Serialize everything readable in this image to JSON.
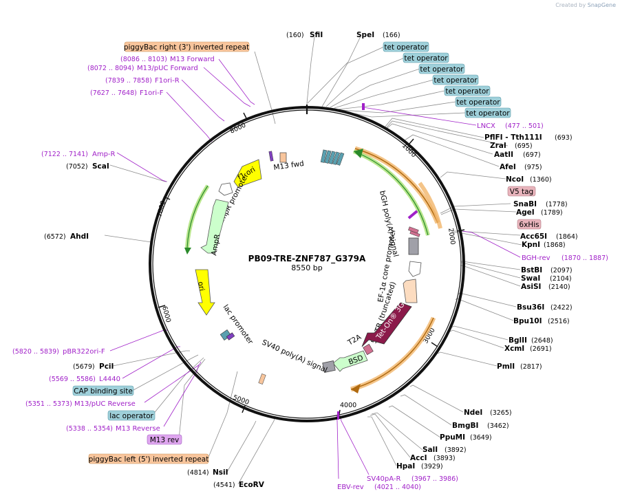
{
  "credit": {
    "prefix": "Created by",
    "brand": "SnapGene"
  },
  "map": {
    "name": "PB09-TRE-ZNF787_G379A",
    "length": "8550 bp"
  },
  "ticks": [
    "1000",
    "2000",
    "3000",
    "4000",
    "5000",
    "6000",
    "7000",
    "8000"
  ],
  "enzymes": [
    {
      "name": "SfiI",
      "pos": "(160)"
    },
    {
      "name": "SpeI",
      "pos": "(166)"
    },
    {
      "name": "PflFI - Tth111I",
      "pos": "(693)"
    },
    {
      "name": "ZraI",
      "pos": "(695)"
    },
    {
      "name": "AatII",
      "pos": "(697)"
    },
    {
      "name": "AfeI",
      "pos": "(975)"
    },
    {
      "name": "NcoI",
      "pos": "(1360)"
    },
    {
      "name": "SnaBI",
      "pos": "(1778)"
    },
    {
      "name": "AgeI",
      "pos": "(1789)"
    },
    {
      "name": "Acc65I",
      "pos": "(1864)"
    },
    {
      "name": "KpnI",
      "pos": "(1868)"
    },
    {
      "name": "BstBI",
      "pos": "(2097)"
    },
    {
      "name": "SwaI",
      "pos": "(2104)"
    },
    {
      "name": "AsiSI",
      "pos": "(2140)"
    },
    {
      "name": "Bsu36I",
      "pos": "(2422)"
    },
    {
      "name": "Bpu10I",
      "pos": "(2516)"
    },
    {
      "name": "BglII",
      "pos": "(2648)"
    },
    {
      "name": "XcmI",
      "pos": "(2691)"
    },
    {
      "name": "PmlI",
      "pos": "(2817)"
    },
    {
      "name": "NdeI",
      "pos": "(3265)"
    },
    {
      "name": "BmgBI",
      "pos": "(3462)"
    },
    {
      "name": "PpuMI",
      "pos": "(3649)"
    },
    {
      "name": "SalI",
      "pos": "(3892)"
    },
    {
      "name": "AccI",
      "pos": "(3893)"
    },
    {
      "name": "HpaI",
      "pos": "(3929)"
    },
    {
      "name": "EcoRV",
      "pos": "(4541)"
    },
    {
      "name": "NsiI",
      "pos": "(4814)"
    },
    {
      "name": "PciI",
      "pos": "(5679)"
    },
    {
      "name": "AhdI",
      "pos": "(6572)"
    },
    {
      "name": "ScaI",
      "pos": "(7052)"
    }
  ],
  "primers": [
    {
      "name": "LNCX",
      "pos": "(477 .. 501)"
    },
    {
      "name": "BGH-rev",
      "pos": "(1870 .. 1887)"
    },
    {
      "name": "SV40pA-R",
      "pos": "(3967 .. 3986)"
    },
    {
      "name": "EBV-rev",
      "pos": "(4021 .. 4040)"
    },
    {
      "name": "M13 Reverse",
      "pos": "(5338 .. 5354)"
    },
    {
      "name": "M13/pUC Reverse",
      "pos": "(5351 .. 5373)"
    },
    {
      "name": "L4440",
      "pos": "(5569 .. 5586)"
    },
    {
      "name": "pBR322ori-F",
      "pos": "(5820 .. 5839)"
    },
    {
      "name": "Amp-R",
      "pos": "(7122 .. 7141)"
    },
    {
      "name": "F1ori-F",
      "pos": "(7627 .. 7648)"
    },
    {
      "name": "F1ori-R",
      "pos": "(7839 .. 7858)"
    },
    {
      "name": "M13/pUC Forward",
      "pos": "(8072 .. 8094)"
    },
    {
      "name": "M13 Forward",
      "pos": "(8086 .. 8103)"
    }
  ],
  "feature_boxes": [
    {
      "name": "piggyBac right (3') inverted repeat",
      "color": "#f8c59c"
    },
    {
      "name": "tet operator",
      "color": "#9fd0da"
    },
    {
      "name": "V5 tag",
      "color": "#e8b4bc"
    },
    {
      "name": "6xHis",
      "color": "#e8b4bc"
    },
    {
      "name": "CAP binding site",
      "color": "#9fd0da"
    },
    {
      "name": "lac operator",
      "color": "#9fd0da"
    },
    {
      "name": "M13 rev",
      "color": "#dfa6ef"
    },
    {
      "name": "piggyBac left (5') inverted repeat",
      "color": "#f8c59c"
    }
  ],
  "features_inner": [
    {
      "name": "f1 ori",
      "color": "#ffff00"
    },
    {
      "name": "AmpR promoter",
      "color": "#ffffff"
    },
    {
      "name": "AmpR",
      "color": "#ccffcc"
    },
    {
      "name": "ori",
      "color": "#ffff00"
    },
    {
      "name": "lac promoter",
      "color": "#ffffff"
    },
    {
      "name": "M13 fwd",
      "color": "#f8c59c"
    },
    {
      "name": "bGH poly(A) signal",
      "color": "#a0a0a8"
    },
    {
      "name": "EF-1α core promoter",
      "color": "#ffffff"
    },
    {
      "name": "5' LTR (truncated)",
      "color": "#fcdcc0"
    },
    {
      "name": "Tet-On® 3G",
      "color": "#8b1a4a"
    },
    {
      "name": "T2A",
      "color": "#d07090"
    },
    {
      "name": "BSD",
      "color": "#ccffcc"
    },
    {
      "name": "SV40 poly(A) signal",
      "color": "#a0a0a8"
    }
  ]
}
